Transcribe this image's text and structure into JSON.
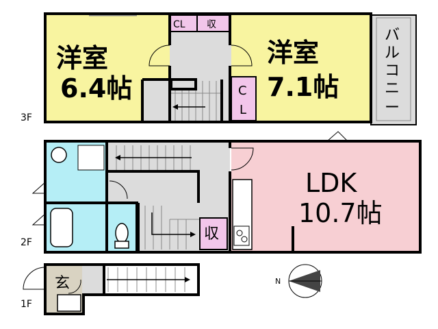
{
  "floor3": {
    "label": "3F",
    "room_left": {
      "name": "洋室",
      "size": "6.4帖"
    },
    "room_right": {
      "name": "洋室",
      "size": "7.1帖"
    },
    "closet_a": "CL",
    "storage_a": "収",
    "closet_b_top": "C",
    "closet_b_bottom": "L",
    "balcony": [
      "バ",
      "ル",
      "コ",
      "ニ",
      "ー"
    ]
  },
  "floor2": {
    "label": "2F",
    "ldk_name": "LDK",
    "ldk_size": "10.7帖",
    "storage": "収"
  },
  "floor1": {
    "label": "1F",
    "entrance": "玄"
  },
  "compass": {
    "letter": "N"
  },
  "colors": {
    "western_room": "#f8f4a0",
    "ldk": "#f7cfd3",
    "closet": "#f2c6ea",
    "bath": "#b5eef6",
    "hall": "#dcdcdc",
    "entrance": "#d9d3c2",
    "wall": "#000000"
  }
}
